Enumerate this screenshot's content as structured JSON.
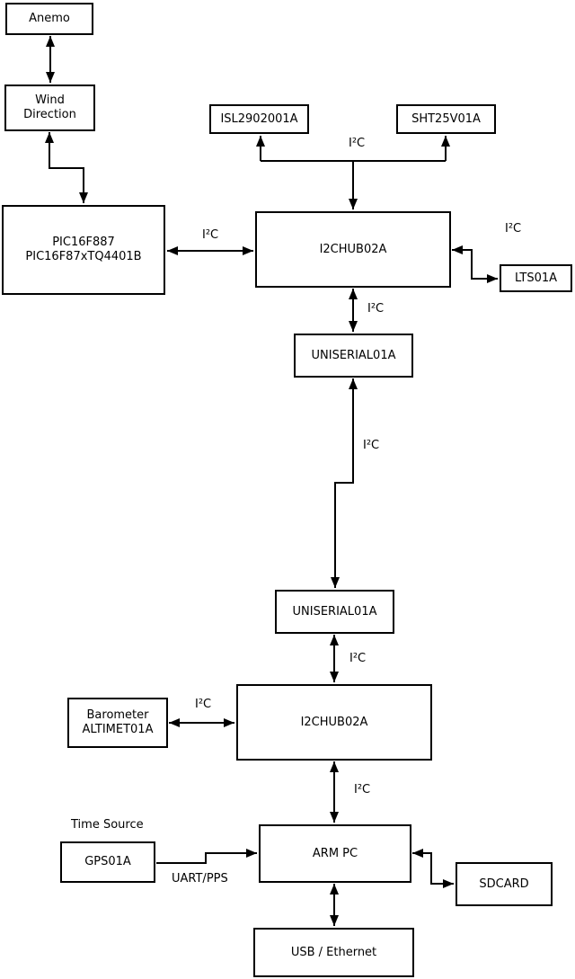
{
  "colors": {
    "line": "#000000",
    "background": "#ffffff",
    "text": "#000000"
  },
  "nodes": {
    "anemo": {
      "label": "Anemo"
    },
    "wind_direction": {
      "line1": "Wind",
      "line2": "Direction"
    },
    "pic": {
      "line1": "PIC16F887",
      "line2": "PIC16F87xTQ4401B"
    },
    "isl": {
      "label": "ISL2902001A"
    },
    "sht": {
      "label": "SHT25V01A"
    },
    "i2c_hub_1": {
      "label": "I2CHUB02A"
    },
    "lts": {
      "label": "LTS01A"
    },
    "uniserial_1": {
      "label": "UNISERIAL01A"
    },
    "uniserial_2": {
      "label": "UNISERIAL01A"
    },
    "barometer": {
      "line1": "Barometer",
      "line2": "ALTIMET01A"
    },
    "i2c_hub_2": {
      "label": "I2CHUB02A"
    },
    "gps": {
      "label": "GPS01A"
    },
    "arm_pc": {
      "label": "ARM PC"
    },
    "sdcard": {
      "label": "SDCARD"
    },
    "usb_ethernet": {
      "label": "USB / Ethernet"
    }
  },
  "labels": {
    "i2c": "I²C",
    "time_source": "Time Source",
    "uart_pps": "UART/PPS"
  }
}
